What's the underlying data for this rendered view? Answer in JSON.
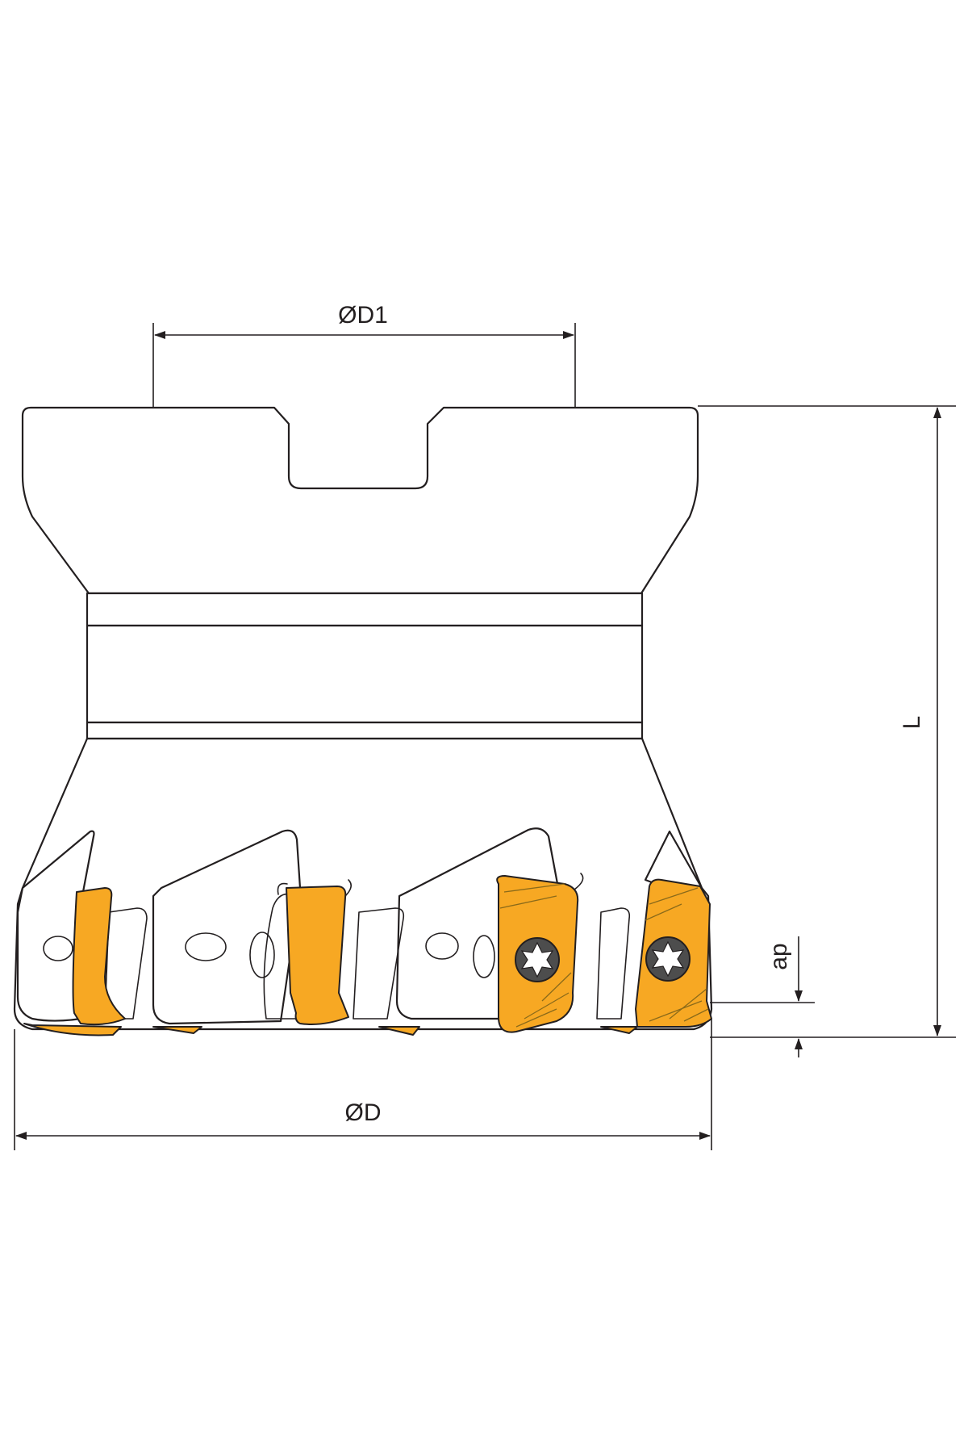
{
  "labels": {
    "d1": "ØD1",
    "l": "L",
    "ap": "ap",
    "d": "ØD"
  },
  "colors": {
    "insert": "#f7a823",
    "outline": "#231f20",
    "screw": "#4d4d4d"
  }
}
